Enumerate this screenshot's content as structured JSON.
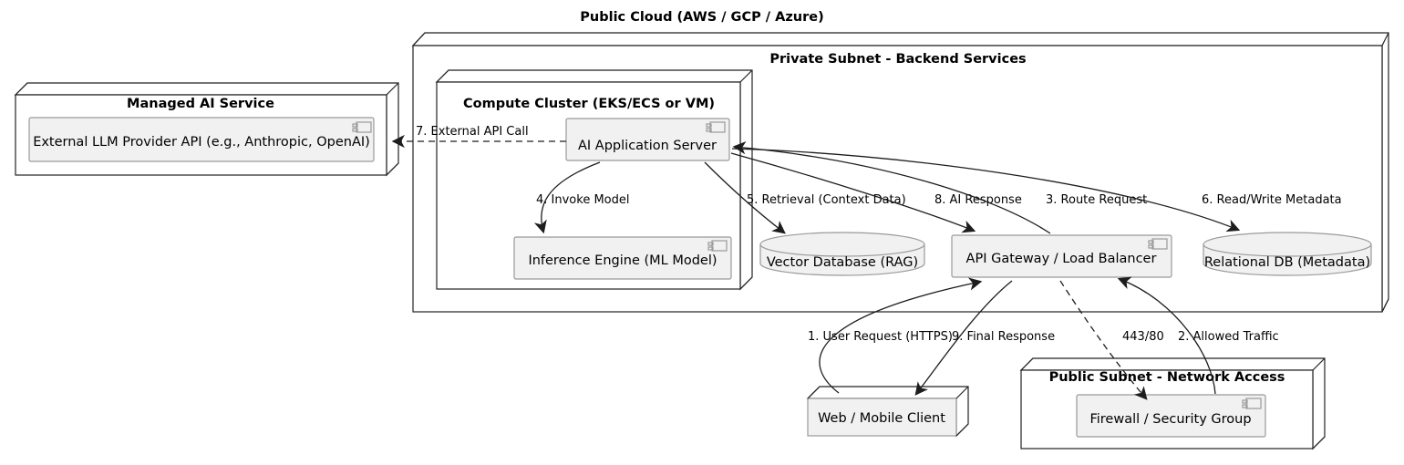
{
  "diagram": {
    "title": "Public Cloud (AWS / GCP / Azure)",
    "colors": {
      "stroke": "#222222",
      "component_fill": "#f1f1f1",
      "component_stroke": "#9a9a9a",
      "background": "#ffffff",
      "edge": "#1d1d1d"
    },
    "groups": {
      "managed_ai": {
        "title": "Managed AI Service"
      },
      "private_subnet": {
        "title": "Private Subnet - Backend Services"
      },
      "compute_cluster": {
        "title": "Compute Cluster (EKS/ECS or VM)"
      },
      "public_subnet": {
        "title": "Public Subnet - Network Access"
      }
    },
    "nodes": {
      "external_llm": {
        "label": "External LLM Provider API (e.g., Anthropic, OpenAI)",
        "type": "component"
      },
      "ai_app_server": {
        "label": "AI Application Server",
        "type": "component"
      },
      "inference_engine": {
        "label": "Inference Engine (ML Model)",
        "type": "component"
      },
      "vector_db": {
        "label": "Vector Database (RAG)",
        "type": "database"
      },
      "api_gateway": {
        "label": "API Gateway / Load Balancer",
        "type": "component"
      },
      "relational_db": {
        "label": "Relational DB (Metadata)",
        "type": "database"
      },
      "web_client": {
        "label": "Web / Mobile Client",
        "type": "node"
      },
      "firewall": {
        "label": "Firewall / Security Group",
        "type": "component"
      }
    },
    "edges": [
      {
        "id": "e1",
        "label": "1. User Request (HTTPS)",
        "from": "web_client",
        "to": "api_gateway",
        "style": "solid"
      },
      {
        "id": "e2",
        "label": "2. Allowed Traffic",
        "from": "firewall",
        "to": "api_gateway",
        "style": "solid"
      },
      {
        "id": "e3",
        "label": "3. Route Request",
        "from": "api_gateway",
        "to": "ai_app_server",
        "style": "solid"
      },
      {
        "id": "e4",
        "label": "4. Invoke Model",
        "from": "ai_app_server",
        "to": "inference_engine",
        "style": "solid"
      },
      {
        "id": "e5",
        "label": "5. Retrieval (Context Data)",
        "from": "ai_app_server",
        "to": "vector_db",
        "style": "solid"
      },
      {
        "id": "e6",
        "label": "6. Read/Write Metadata",
        "from": "ai_app_server",
        "to": "relational_db",
        "style": "solid"
      },
      {
        "id": "e7",
        "label": "7. External API Call",
        "from": "ai_app_server",
        "to": "external_llm",
        "style": "dashed"
      },
      {
        "id": "e8",
        "label": "8. AI Response",
        "from": "ai_app_server",
        "to": "api_gateway",
        "style": "solid"
      },
      {
        "id": "e9",
        "label": "9. Final Response",
        "from": "api_gateway",
        "to": "web_client",
        "style": "solid"
      },
      {
        "id": "e10",
        "label": "443/80",
        "from": "api_gateway",
        "to": "firewall",
        "style": "dashed"
      }
    ]
  }
}
